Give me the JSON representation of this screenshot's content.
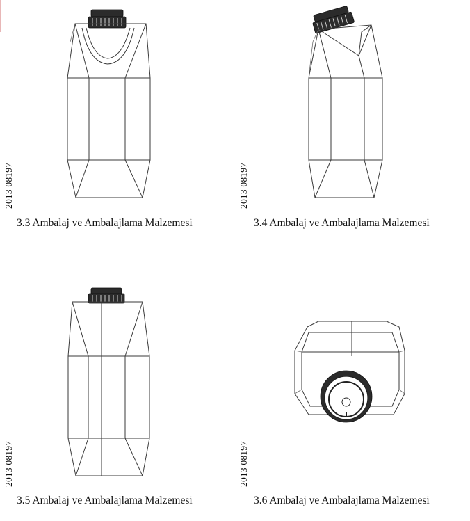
{
  "document": {
    "figures": [
      {
        "id": "3.3",
        "code": "2013 08197",
        "caption": "3.3 Ambalaj ve Ambalajlama Malzemesi",
        "view": "front view, cap upright"
      },
      {
        "id": "3.4",
        "code": "2013 08197",
        "caption": "3.4 Ambalaj ve Ambalajlama Malzemesi",
        "view": "perspective view, cap tilted"
      },
      {
        "id": "3.5",
        "code": "2013 08197",
        "caption": "3.5 Ambalaj ve Ambalajlama Malzemesi",
        "view": "side view"
      },
      {
        "id": "3.6",
        "code": "2013 08197",
        "caption": "3.6 Ambalaj ve Ambalajlama Malzemesi",
        "view": "top view"
      }
    ],
    "colors": {
      "line": "#3a3a3a",
      "cap": "#2b2b2b",
      "background": "#ffffff"
    }
  }
}
